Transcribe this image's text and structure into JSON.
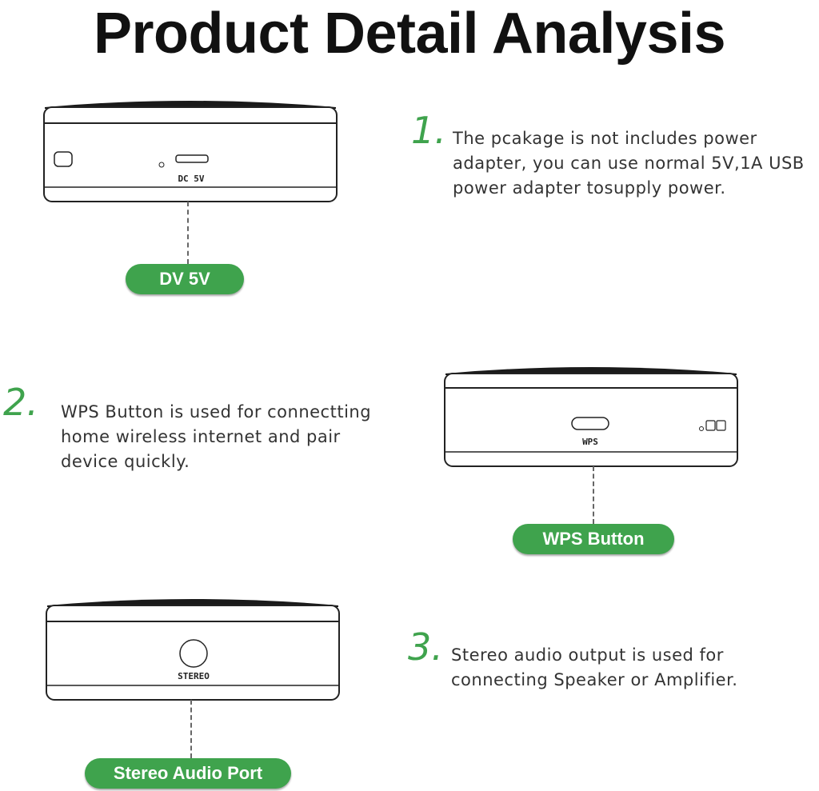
{
  "title": "Product Detail Analysis",
  "sections": [
    {
      "number": "1.",
      "description_lines": [
        "The pcakage is not includes power",
        "adapter, you can use normal 5V,1A USB",
        "power adapter tosupply power."
      ],
      "callout": "DV 5V",
      "device_port_label": "DC 5V"
    },
    {
      "number": "2.",
      "description_lines": [
        "WPS Button is used for connectting",
        "home wireless internet and pair",
        "device quickly."
      ],
      "callout": "WPS Button",
      "device_port_label": "WPS"
    },
    {
      "number": "3.",
      "description_lines": [
        "Stereo audio output is used for",
        "connecting Speaker or Amplifier."
      ],
      "callout": "Stereo Audio Port",
      "device_port_label": "STEREO"
    }
  ],
  "colors": {
    "accent_green": "#3fa34d",
    "device_top": "#1a1a1a",
    "outline": "#222222"
  }
}
